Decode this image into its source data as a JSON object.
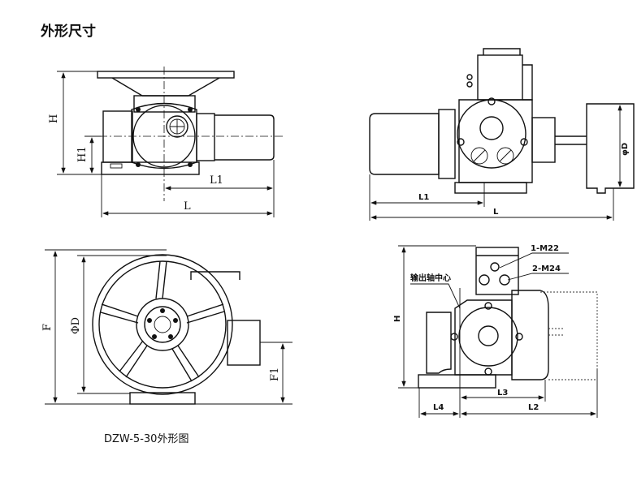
{
  "title": "外形尺寸",
  "caption": "DZW-5-30外形图",
  "views": {
    "front": {
      "H": "H",
      "H1": "H1",
      "L1": "L1",
      "L": "L"
    },
    "side": {
      "L1": "L1",
      "L": "L",
      "phiD": "φD"
    },
    "handwheel": {
      "F": "F",
      "phiD": "ΦD",
      "F1": "F1"
    },
    "side2": {
      "H": "H",
      "M22": "1-M22",
      "M24": "2-M24",
      "shaft_center": "输出轴中心",
      "L3": "L3",
      "L4": "L4",
      "L2": "L2"
    }
  }
}
